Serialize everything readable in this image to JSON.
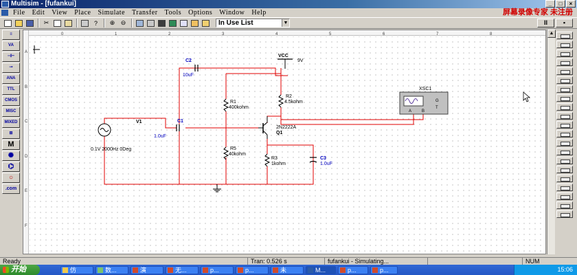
{
  "window": {
    "title": "Multisim - [fufankui]"
  },
  "menu": {
    "items": [
      "File",
      "Edit",
      "View",
      "Place",
      "Simulate",
      "Transfer",
      "Tools",
      "Options",
      "Window",
      "Help"
    ],
    "registration_notice": "屏幕录像专家  未注册"
  },
  "toolbar": {
    "in_use_list": "In Use List",
    "pause_label": "II",
    "stop_label": "▪"
  },
  "left_palette": [
    "≡",
    "VA",
    "⊣⊢",
    "⊸",
    "ANA",
    "TTL",
    "CMOS",
    "MISC",
    "MIXED",
    "⊞",
    "M",
    "✺",
    "⌬",
    "○",
    ".com"
  ],
  "rulers": {
    "columns": [
      "0",
      "1",
      "2",
      "3",
      "4",
      "5",
      "6",
      "7",
      "8"
    ],
    "rows": [
      "A",
      "B",
      "C",
      "D",
      "E",
      "F"
    ]
  },
  "schematic": {
    "vcc_label": "VCC",
    "vcc_value": "9V",
    "c2_name": "C2",
    "c2_value": "10uF",
    "r1_name": "R1",
    "r1_value": "400kohm",
    "r2_name": "R2",
    "r2_value": "4.5kohm",
    "v1_name": "V1",
    "v1_value": "0.1V 2000Hz 0Deg",
    "c1_name": "C1",
    "c1_value": "1.0uF",
    "q1_model": "2N2222A",
    "q1_name": "Q1",
    "r5_name": "R5",
    "r5_value": "40kohm",
    "r3_name": "R3",
    "r3_value": "1kohm",
    "c3_name": "C3",
    "c3_value": "1.0uF",
    "scope_name": "XSC1",
    "scope_pin_a": "A",
    "scope_pin_b": "B",
    "scope_pin_g": "G",
    "scope_pin_t": "T"
  },
  "status": {
    "ready": "Ready",
    "tran": "Tran:  0.526 s",
    "circuit": "fufankui - Simulating...",
    "num": "NUM"
  },
  "taskbar": {
    "start_label": "开始",
    "tasks": [
      "仿",
      "数...",
      "演",
      "无...",
      "p...",
      "p...",
      "未",
      "M...",
      "p...",
      "p..."
    ],
    "clock": "15:06"
  },
  "colors": {
    "wire": "#e00000",
    "label_blue": "#0000c0",
    "titlebar": "#0a246a",
    "taskbar": "#2457c5"
  }
}
